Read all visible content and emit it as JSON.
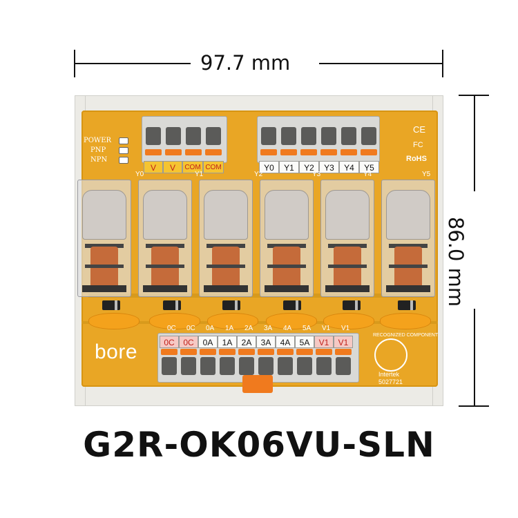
{
  "dimensions": {
    "width": "97.7 mm",
    "height": "86.0 mm"
  },
  "model": "G2R-OK06VU-SLN",
  "brand": "bore",
  "indicators": [
    "POWER",
    "PNP",
    "NPN"
  ],
  "top_left_terminals": [
    "V",
    "V",
    "COM",
    "COM"
  ],
  "top_right_terminals": [
    "Y0",
    "Y1",
    "Y2",
    "Y3",
    "Y4",
    "Y5"
  ],
  "relay_labels": [
    "Y0",
    "Y1",
    "Y2",
    "Y3",
    "Y4",
    "Y5"
  ],
  "bottom_silk": [
    "0C",
    "0C",
    "0A",
    "1A",
    "2A",
    "3A",
    "4A",
    "5A",
    "V1",
    "V1"
  ],
  "bottom_terminals": [
    "0C",
    "0C",
    "0A",
    "1A",
    "2A",
    "3A",
    "4A",
    "5A",
    "V1",
    "V1"
  ],
  "certifications": {
    "ce": "CE",
    "fc": "FC",
    "rohs": "RoHS",
    "etl_top": "RECOGNIZED COMPONENT",
    "etl_lab": "Intertek",
    "etl_num": "5027721"
  }
}
